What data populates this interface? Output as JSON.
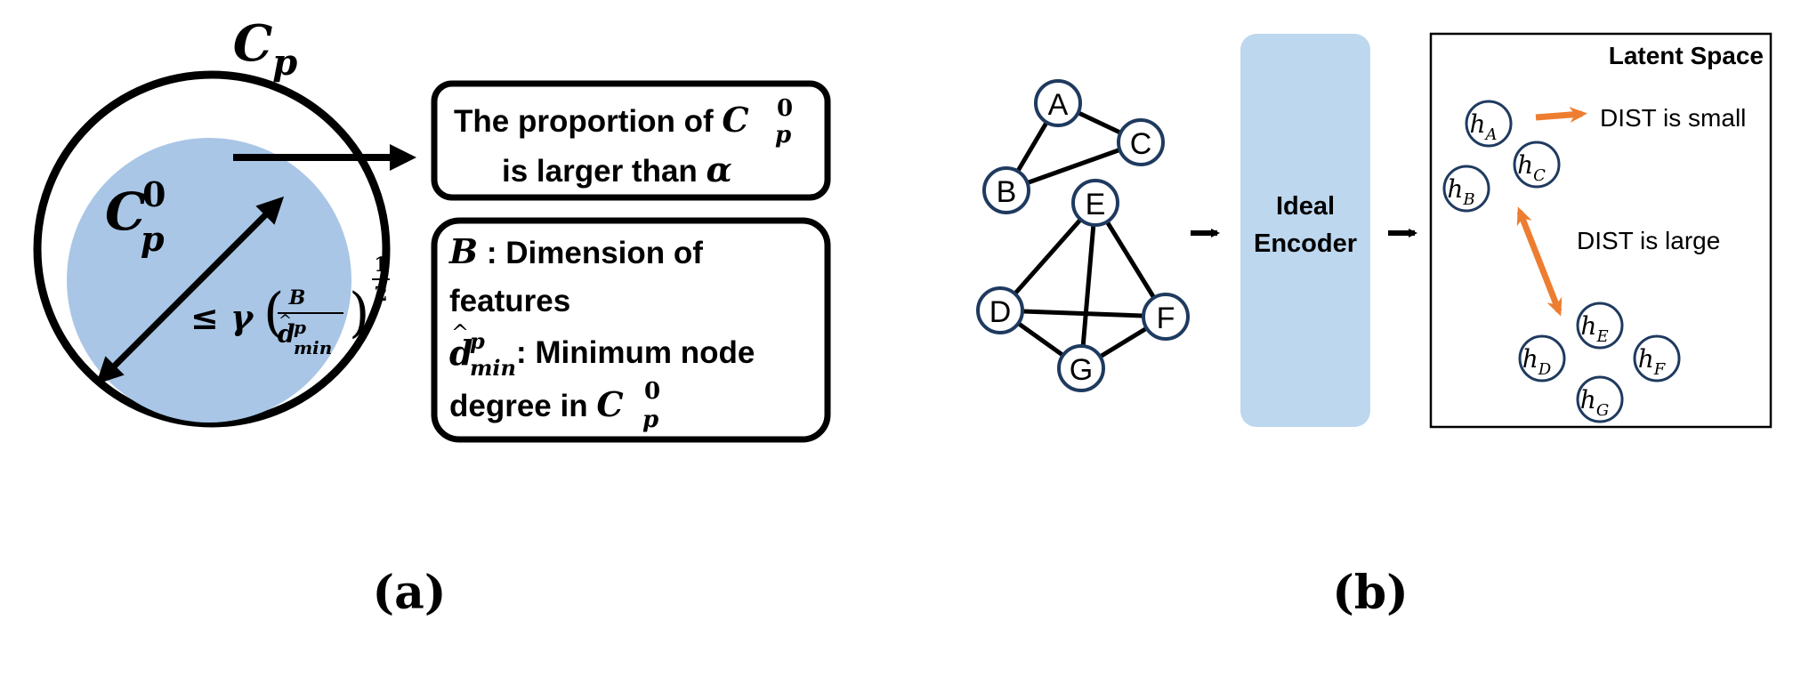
{
  "panel_a": {
    "outer_set": {
      "symbol": "C",
      "sub": "p"
    },
    "inner_set": {
      "symbol": "C",
      "sub": "p",
      "sup": "0"
    },
    "diameter_bound": {
      "prefix": "≤ γ",
      "numerator": "B",
      "denominator_symbol": "d",
      "denominator_sup": "p",
      "denominator_sub": "min",
      "exponent_num": "1",
      "exponent_den": "2"
    },
    "proportion_box": {
      "line1_prefix": "The proportion of ",
      "line1_math": "C",
      "line1_math_sup": "0",
      "line1_math_sub": "p",
      "line2_prefix": "is larger than ",
      "line2_math": "α"
    },
    "definition_box": {
      "b_symbol": "B",
      "b_line1": " : Dimension of",
      "b_line2": "features",
      "d_symbol": "d",
      "d_sup": "p",
      "d_sub": "min",
      "d_line1": " : Minimum node",
      "d_line2_prefix": "degree in ",
      "d_line2_math": "C",
      "d_line2_sup": "0",
      "d_line2_sub": "p"
    },
    "caption": "(a)"
  },
  "panel_b": {
    "graph_nodes": [
      "A",
      "B",
      "C",
      "D",
      "E",
      "F",
      "G"
    ],
    "encoder_label_line1": "Ideal",
    "encoder_label_line2": "Encoder",
    "latent_title": "Latent Space",
    "latent_nodes": [
      {
        "base": "h",
        "sub": "A"
      },
      {
        "base": "h",
        "sub": "B"
      },
      {
        "base": "h",
        "sub": "C"
      },
      {
        "base": "h",
        "sub": "D"
      },
      {
        "base": "h",
        "sub": "E"
      },
      {
        "base": "h",
        "sub": "F"
      },
      {
        "base": "h",
        "sub": "G"
      }
    ],
    "dist_small": "DIST is small",
    "dist_large": "DIST is large",
    "caption": "(b)"
  },
  "colors": {
    "inner_fill": "#a9c6e6",
    "encoder_fill": "#bdd7ee",
    "node_stroke": "#1f3a5f",
    "accent_arrow": "#ed7d31",
    "ink": "#000000"
  }
}
